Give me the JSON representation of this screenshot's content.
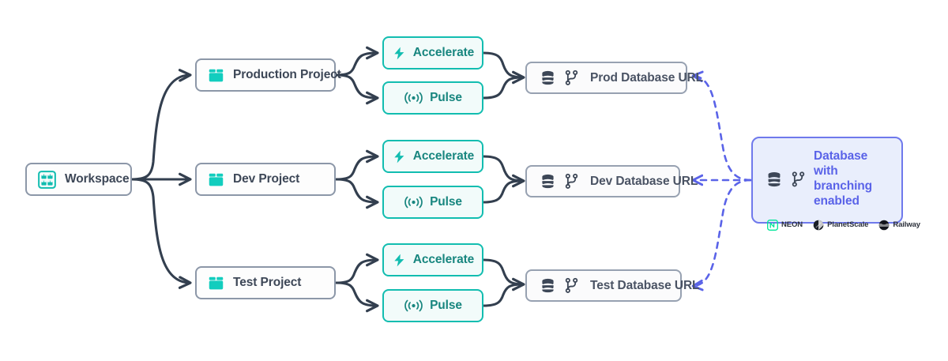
{
  "diagram": {
    "title": "Prisma Workspace / Project / Database architecture",
    "colors": {
      "teal": "#12bdb0",
      "teal_text": "#18867f",
      "slate_border": "#8c97a8",
      "slate_text": "#3d4757",
      "db_border": "#97a1b1",
      "db_text": "#4a5364",
      "indigo": "#5a63e8",
      "indigo_border": "#6f79ec",
      "indigo_fill": "#e9eefc",
      "edge_solid": "#333f4f",
      "edge_dashed": "#5a63e8",
      "neon_green": "#00e599",
      "background": "#ffffff"
    }
  },
  "workspace": {
    "label": "Workspace",
    "icon": "workspace-grid-icon"
  },
  "projects": [
    {
      "id": "prod",
      "label": "Production Project",
      "icon": "project-box-icon"
    },
    {
      "id": "dev",
      "label": "Dev Project",
      "icon": "project-box-icon"
    },
    {
      "id": "test",
      "label": "Test Project",
      "icon": "project-box-icon"
    }
  ],
  "services": [
    {
      "id": "prod-accelerate",
      "label": "Accelerate",
      "icon": "lightning-bolt-icon"
    },
    {
      "id": "prod-pulse",
      "label": "Pulse",
      "icon": "pulse-signal-icon"
    },
    {
      "id": "dev-accelerate",
      "label": "Accelerate",
      "icon": "lightning-bolt-icon"
    },
    {
      "id": "dev-pulse",
      "label": "Pulse",
      "icon": "pulse-signal-icon"
    },
    {
      "id": "test-accelerate",
      "label": "Accelerate",
      "icon": "lightning-bolt-icon"
    },
    {
      "id": "test-pulse",
      "label": "Pulse",
      "icon": "pulse-signal-icon"
    }
  ],
  "databases": [
    {
      "id": "prod-db",
      "label": "Prod Database URL",
      "icons": [
        "database-icon",
        "git-branch-icon"
      ]
    },
    {
      "id": "dev-db",
      "label": "Dev Database URL",
      "icons": [
        "database-icon",
        "git-branch-icon"
      ]
    },
    {
      "id": "test-db",
      "label": "Test Database URL",
      "icons": [
        "database-icon",
        "git-branch-icon"
      ]
    }
  ],
  "callout": {
    "title_line_1": "Database with",
    "title_line_2": "branching enabled",
    "icons": [
      "database-icon",
      "git-branch-icon"
    ],
    "providers": [
      {
        "id": "neon",
        "name": "NEON",
        "icon": "neon-logo-icon"
      },
      {
        "id": "planetscale",
        "name": "PlanetScale",
        "icon": "planetscale-logo-icon"
      },
      {
        "id": "railway",
        "name": "Railway",
        "icon": "railway-logo-icon"
      }
    ]
  }
}
